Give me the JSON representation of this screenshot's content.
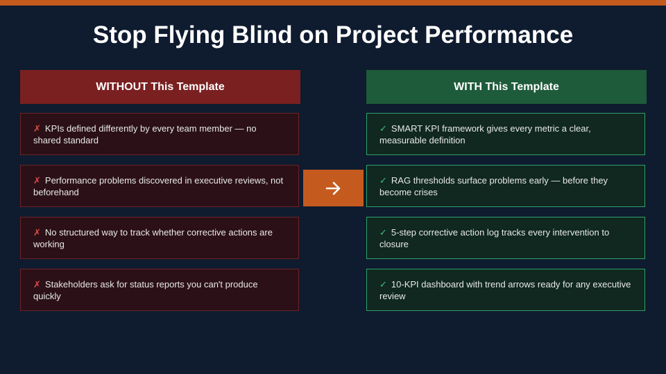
{
  "title": "Stop Flying Blind on Project Performance",
  "colors": {
    "accent": "#c55a1f",
    "background": "#0f1b2f",
    "without_header": "#7a2020",
    "with_header": "#1e5b3a"
  },
  "without": {
    "header": "WITHOUT This Template",
    "mark": "✗",
    "items": [
      "KPIs defined differently by every team member — no shared standard",
      "Performance problems discovered in executive reviews, not beforehand",
      "No structured way to track whether corrective actions are working",
      "Stakeholders ask for status reports you can't produce quickly"
    ]
  },
  "with": {
    "header": "WITH This Template",
    "mark": "✓",
    "items": [
      "SMART KPI framework gives every metric a clear, measurable definition",
      "RAG thresholds surface problems early — before they become crises",
      "5-step corrective action log tracks every intervention to closure",
      "10-KPI dashboard with trend arrows ready for any executive review"
    ]
  },
  "arrow_icon": "arrow-right-icon"
}
